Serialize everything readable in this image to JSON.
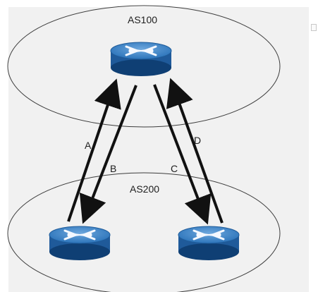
{
  "diagram": {
    "as_top_label": "AS100",
    "as_bottom_label": "AS200",
    "arrow_labels": {
      "a": "A",
      "b": "B",
      "c": "C",
      "d": "D"
    },
    "colors": {
      "background": "#f1f1f1",
      "ellipse_stroke": "#3c3c3c",
      "arrow": "#111111",
      "router_top": "#3f87c9",
      "router_body": "#1f5a9a",
      "router_side": "#0f3f74"
    },
    "icons": {
      "router": "router-icon"
    }
  }
}
